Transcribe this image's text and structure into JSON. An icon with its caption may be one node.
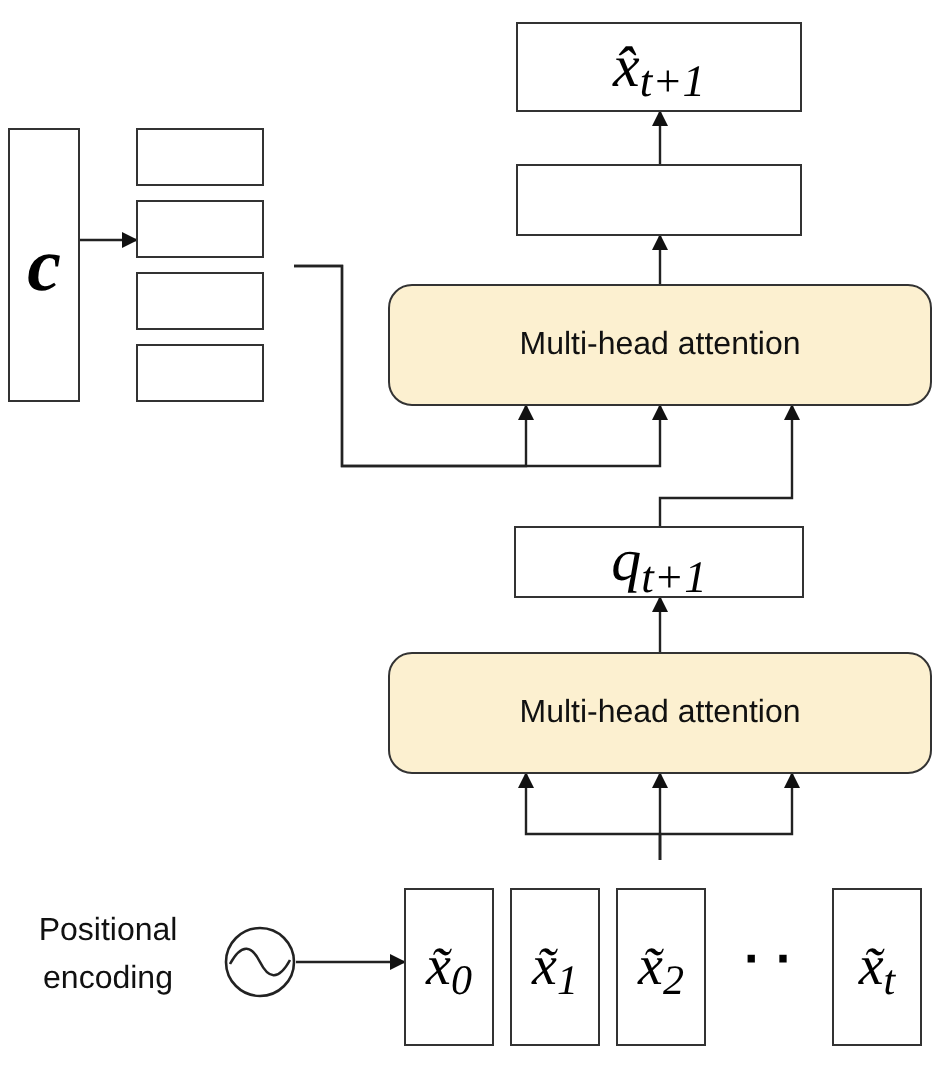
{
  "diagram": {
    "nodes": [
      {
        "text": [
          "c"
        ]
      },
      {
        "text": [],
        "shape": "box"
      },
      {
        "text": [],
        "shape": "box"
      },
      {
        "text": [],
        "shape": "box"
      },
      {
        "text": [],
        "shape": "box"
      },
      {
        "text": [
          "x̂$_{t+1}$"
        ]
      },
      {
        "text": [],
        "shape": "box"
      },
      {
        "text": [
          "Multi-head attention"
        ]
      },
      {
        "text": [
          "q$_{t+1}$"
        ]
      },
      {
        "text": [
          "Multi-head attention"
        ]
      },
      {
        "text": [],
        "shape": "circle"
      },
      {
        "text": [
          "x̃$_{0}$"
        ]
      },
      {
        "text": [
          "x̃$_{1}$"
        ]
      },
      {
        "text": [
          "x̃$_{2}$"
        ]
      },
      {
        "text": [
          "x̃$_{t}$"
        ]
      }
    ],
    "edges": [
      {
        "from": 0,
        "to": 2,
        "arrow": "to"
      },
      {
        "from": null,
        "to": 7,
        "arrow": "to"
      },
      {
        "from": null,
        "to": 7,
        "arrow": "to"
      },
      {
        "from": 8,
        "to": 7,
        "arrow": "to"
      },
      {
        "from": 7,
        "to": 6,
        "arrow": "to"
      },
      {
        "from": 6,
        "to": 5,
        "arrow": "to"
      },
      {
        "from": 9,
        "to": 8,
        "arrow": "to"
      },
      {
        "from": null,
        "to": 9,
        "arrow": "to"
      },
      {
        "from": null,
        "to": 9,
        "arrow": "to"
      },
      {
        "from": null,
        "to": 9,
        "arrow": "to"
      },
      {
        "from": 10,
        "to": 11,
        "arrow": "to"
      }
    ],
    "labels": [
      "Positional encoding",
      "· ·"
    ]
  }
}
